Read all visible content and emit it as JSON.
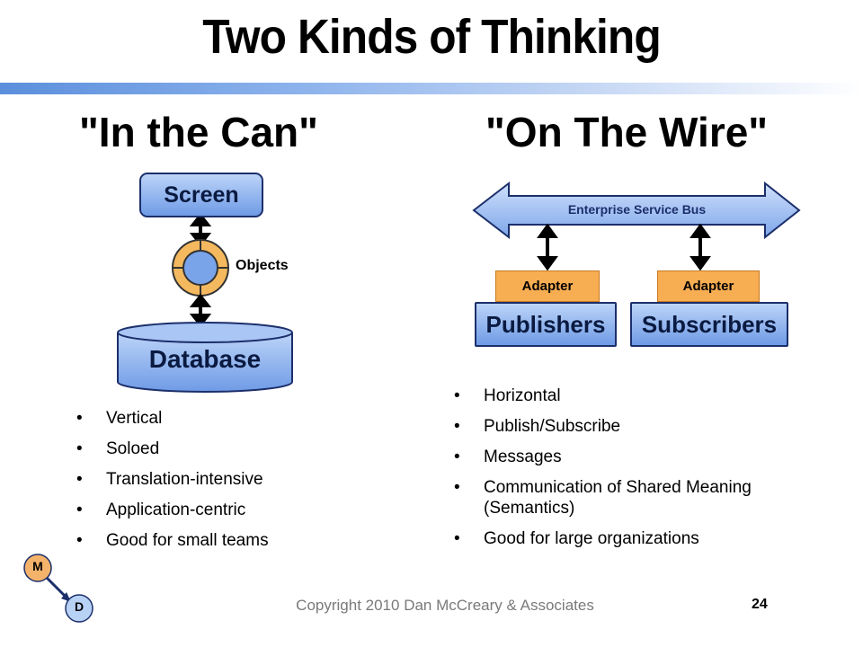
{
  "title": "Two Kinds of Thinking",
  "left": {
    "heading": "\"In the Can\"",
    "screen_label": "Screen",
    "objects_label": "Objects",
    "database_label": "Database",
    "bullets": [
      "Vertical",
      "Soloed",
      "Translation-intensive",
      "Application-centric",
      "Good for small teams"
    ]
  },
  "right": {
    "heading": "\"On The Wire\"",
    "esb_label": "Enterprise Service Bus",
    "adapter_left": "Adapter",
    "adapter_right": "Adapter",
    "publishers_label": "Publishers",
    "subscribers_label": "Subscribers",
    "bullets": [
      "Horizontal",
      "Publish/Subscribe",
      "Messages",
      "Communication of Shared Meaning (Semantics)",
      "Good for large organizations"
    ]
  },
  "logo": {
    "top_letter": "M",
    "bottom_letter": "D"
  },
  "footer": {
    "copyright": "Copyright 2010 Dan McCreary & Associates",
    "page_number": "24"
  },
  "colors": {
    "box_blue": "#7aa4ea",
    "adapter_orange": "#f7ad52",
    "logo_top": "#f4b36a",
    "logo_bottom": "#b8d2f6"
  }
}
